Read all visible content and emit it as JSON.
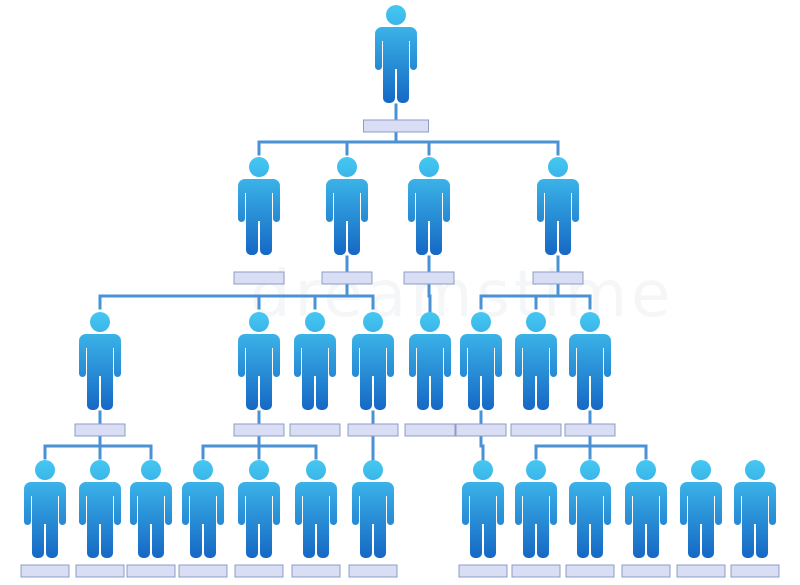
{
  "diagram": {
    "type": "org-chart",
    "watermark": "dreamstime",
    "colors": {
      "figure_top": "#45c8f2",
      "figure_bottom": "#1668c4",
      "connector": "#4a92d4",
      "label_box_fill": "#d9def5",
      "label_box_stroke": "#8c9cc6"
    },
    "levels": [
      {
        "level": 1,
        "count": 1
      },
      {
        "level": 2,
        "count": 4
      },
      {
        "level": 3,
        "count": 8
      },
      {
        "level": 4,
        "count": 13
      }
    ],
    "nodes": [
      {
        "id": "n0",
        "parent": null
      },
      {
        "id": "a1",
        "parent": "n0"
      },
      {
        "id": "a2",
        "parent": "n0"
      },
      {
        "id": "a3",
        "parent": "n0"
      },
      {
        "id": "a4",
        "parent": "n0"
      },
      {
        "id": "b1",
        "parent": "a2"
      },
      {
        "id": "b2",
        "parent": "a2"
      },
      {
        "id": "b3",
        "parent": "a2"
      },
      {
        "id": "b4",
        "parent": "a2"
      },
      {
        "id": "b5",
        "parent": "a3"
      },
      {
        "id": "b6",
        "parent": "a4"
      },
      {
        "id": "b7",
        "parent": "a4"
      },
      {
        "id": "b8",
        "parent": "a4"
      },
      {
        "id": "c1",
        "parent": "b1"
      },
      {
        "id": "c2",
        "parent": "b1"
      },
      {
        "id": "c3",
        "parent": "b1"
      },
      {
        "id": "c4",
        "parent": "b2"
      },
      {
        "id": "c5",
        "parent": "b2"
      },
      {
        "id": "c6",
        "parent": "b2"
      },
      {
        "id": "c7",
        "parent": "b4"
      },
      {
        "id": "c8",
        "parent": "b6"
      },
      {
        "id": "c9",
        "parent": "b8"
      },
      {
        "id": "c10",
        "parent": "b8"
      },
      {
        "id": "c11",
        "parent": "b8"
      },
      {
        "id": "c12",
        "parent": null
      },
      {
        "id": "c13",
        "parent": null
      }
    ]
  }
}
